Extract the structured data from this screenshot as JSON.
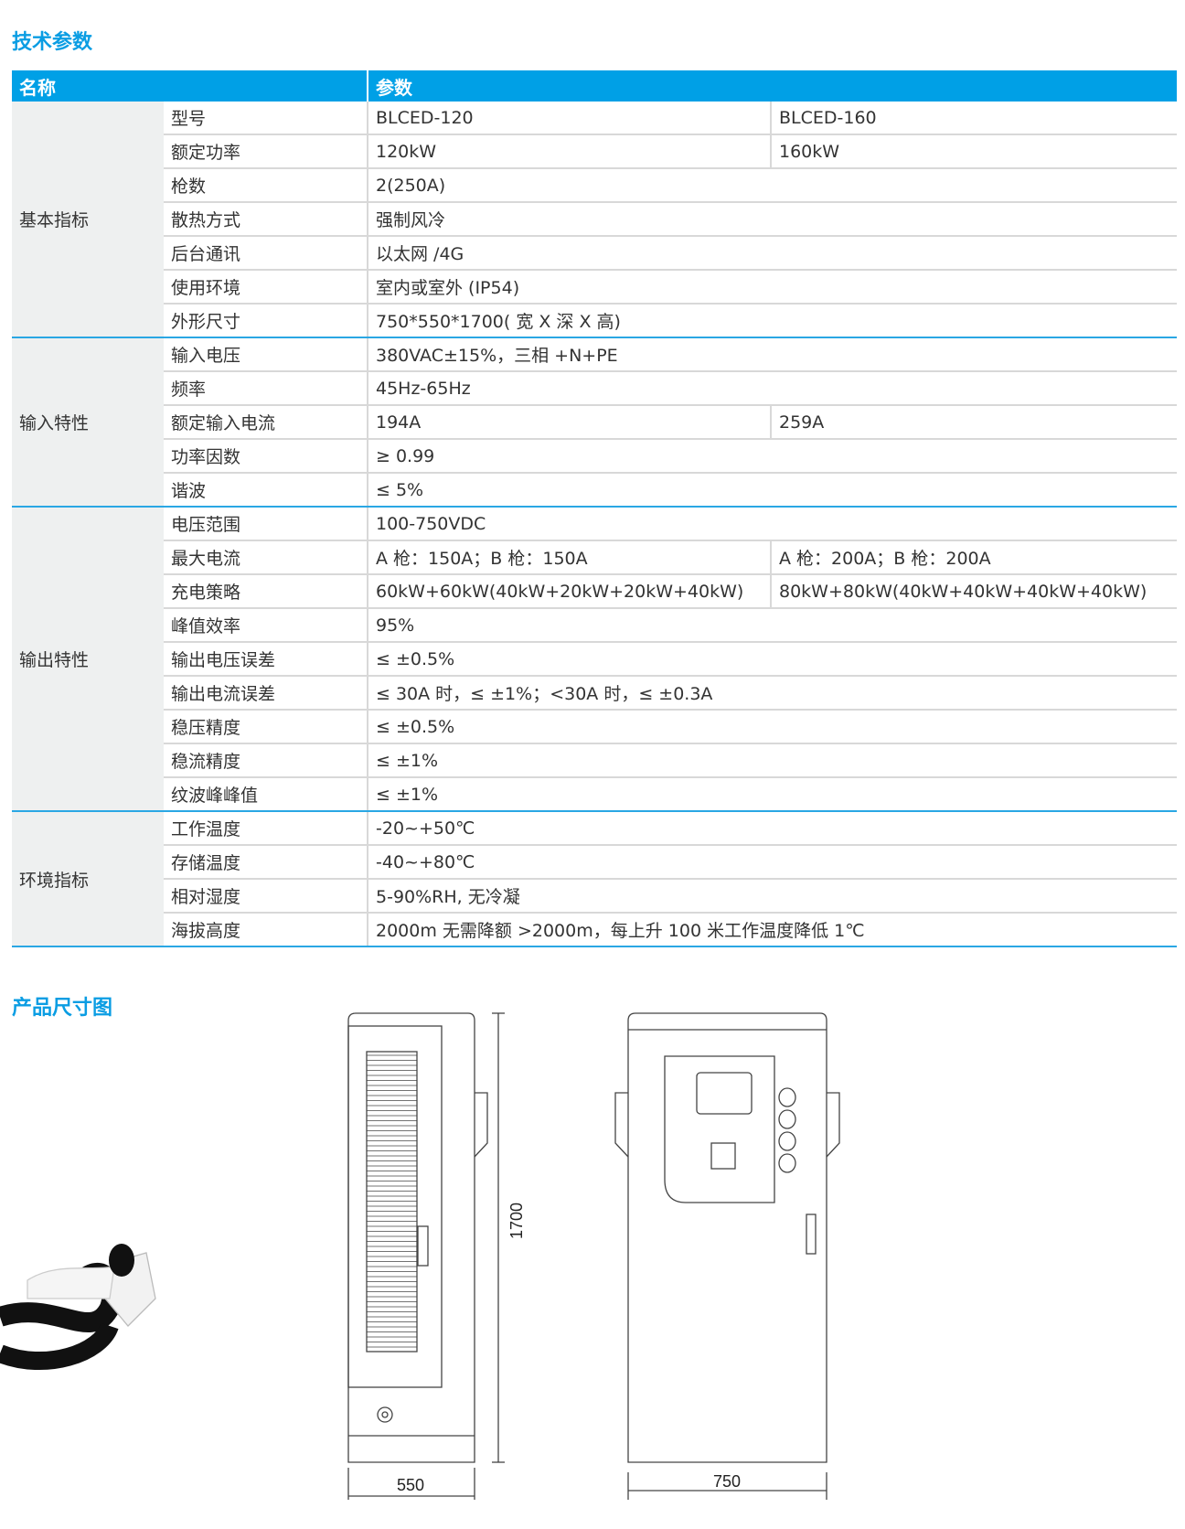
{
  "spec_title": "技术参数",
  "header": {
    "name": "名称",
    "param": "参数"
  },
  "groups": [
    {
      "label": "基本指标",
      "rows": [
        {
          "name": "型号",
          "values": [
            "BLCED-120",
            "BLCED-160"
          ]
        },
        {
          "name": "额定功率",
          "values": [
            "120kW",
            "160kW"
          ]
        },
        {
          "name": "枪数",
          "values": [
            "2(250A)"
          ]
        },
        {
          "name": "散热方式",
          "values": [
            "强制风冷"
          ]
        },
        {
          "name": "后台通讯",
          "values": [
            "以太网 /4G"
          ]
        },
        {
          "name": "使用环境",
          "values": [
            "室内或室外 (IP54)"
          ]
        },
        {
          "name": "外形尺寸",
          "values": [
            "750*550*1700( 宽 X 深 X 高)"
          ]
        }
      ]
    },
    {
      "label": "输入特性",
      "rows": [
        {
          "name": "输入电压",
          "values": [
            "380VAC±15%，三相 +N+PE"
          ]
        },
        {
          "name": "频率",
          "values": [
            "45Hz-65Hz"
          ]
        },
        {
          "name": "额定输入电流",
          "values": [
            "194A",
            "259A"
          ]
        },
        {
          "name": "功率因数",
          "values": [
            "≥ 0.99"
          ]
        },
        {
          "name": "谐波",
          "values": [
            "≤ 5%"
          ]
        }
      ]
    },
    {
      "label": "输出特性",
      "rows": [
        {
          "name": "电压范围",
          "values": [
            "100-750VDC"
          ]
        },
        {
          "name": "最大电流",
          "values": [
            "A 枪：150A；B 枪：150A",
            "A 枪：200A；B 枪：200A"
          ]
        },
        {
          "name": "充电策略",
          "values": [
            "60kW+60kW(40kW+20kW+20kW+40kW)",
            "80kW+80kW(40kW+40kW+40kW+40kW)"
          ]
        },
        {
          "name": "峰值效率",
          "values": [
            "95%"
          ]
        },
        {
          "name": "输出电压误差",
          "values": [
            "≤ ±0.5%"
          ]
        },
        {
          "name": "输出电流误差",
          "values": [
            "≤ 30A 时，≤ ±1%；<30A 时，≤ ±0.3A"
          ]
        },
        {
          "name": "稳压精度",
          "values": [
            "≤ ±0.5%"
          ]
        },
        {
          "name": "稳流精度",
          "values": [
            "≤ ±1%"
          ]
        },
        {
          "name": "纹波峰峰值",
          "values": [
            "≤ ±1%"
          ]
        }
      ]
    },
    {
      "label": "环境指标",
      "rows": [
        {
          "name": "工作温度",
          "values": [
            "-20~+50℃"
          ]
        },
        {
          "name": "存储温度",
          "values": [
            "-40~+80℃"
          ]
        },
        {
          "name": "相对湿度",
          "values": [
            "5-90%RH, 无冷凝"
          ]
        },
        {
          "name": "海拔高度",
          "values": [
            "2000m 无需降额 >2000m，每上升 100 米工作温度降低 1℃"
          ]
        }
      ]
    }
  ],
  "drawing": {
    "title": "产品尺寸图",
    "depth": "550",
    "height": "1700",
    "width": "750"
  },
  "colors": {
    "accent": "#00a0e6"
  }
}
